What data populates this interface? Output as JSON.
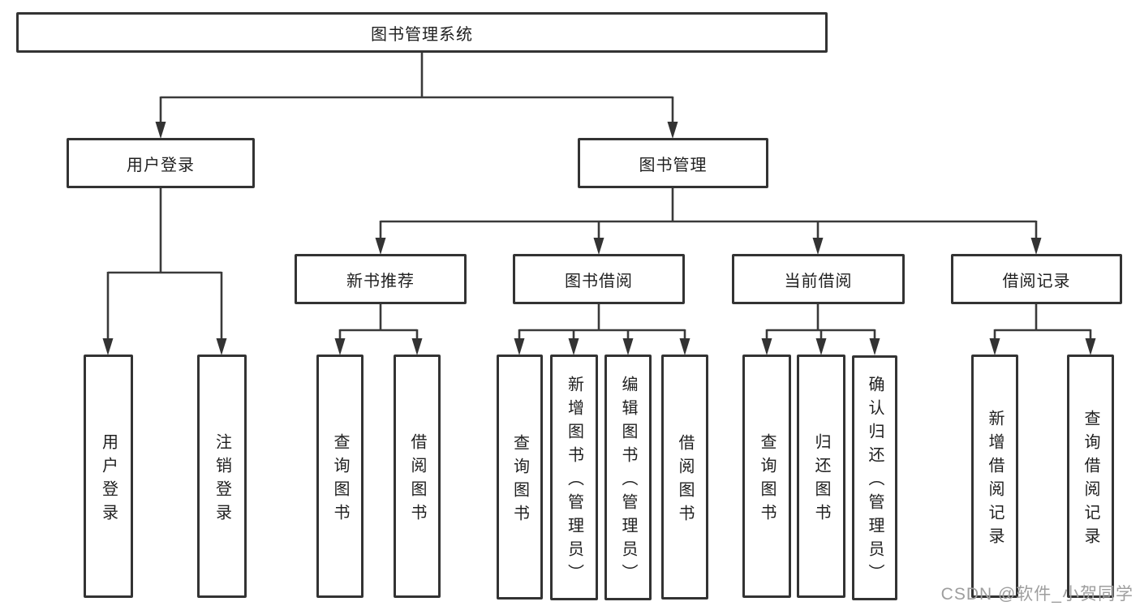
{
  "diagram_title": "图书管理系统",
  "watermark": "CSDN @软件_小贺同学",
  "colors": {
    "line": "#3a3a3a",
    "box_border": "#333333",
    "text": "#1f1f1f",
    "background": "#ffffff",
    "watermark": "#9e9e9e"
  },
  "nodes": {
    "root": {
      "label": "图书管理系统"
    },
    "userLogin": {
      "label": "用户登录"
    },
    "bookManagement": {
      "label": "图书管理"
    },
    "newBookRecommend": {
      "label": "新书推荐"
    },
    "bookBorrowing": {
      "label": "图书借阅"
    },
    "currentBorrowing": {
      "label": "当前借阅"
    },
    "borrowRecords": {
      "label": "借阅记录"
    },
    "leafUserLogin": {
      "label": "用户登录"
    },
    "leafLogout": {
      "label": "注销登录"
    },
    "leafRecQuery": {
      "label": "查询图书"
    },
    "leafRecBorrow": {
      "label": "借阅图书"
    },
    "leafBorQuery": {
      "label": "查询图书"
    },
    "leafBorAdd": {
      "label": "新增图书（管理员）"
    },
    "leafBorEdit": {
      "label": "编辑图书（管理员）"
    },
    "leafBorBorrow": {
      "label": "借阅图书"
    },
    "leafCurQuery": {
      "label": "查询图书"
    },
    "leafCurReturn": {
      "label": "归还图书"
    },
    "leafCurConfirm": {
      "label": "确认归还（管理员）"
    },
    "leafRecordAdd": {
      "label": "新增借阅记录"
    },
    "leafRecordQuery": {
      "label": "查询借阅记录"
    }
  },
  "hierarchy": {
    "图书管理系统": {
      "用户登录": [
        "用户登录",
        "注销登录"
      ],
      "图书管理": {
        "新书推荐": [
          "查询图书",
          "借阅图书"
        ],
        "图书借阅": [
          "查询图书",
          "新增图书（管理员）",
          "编辑图书（管理员）",
          "借阅图书"
        ],
        "当前借阅": [
          "查询图书",
          "归还图书",
          "确认归还（管理员）"
        ],
        "借阅记录": [
          "新增借阅记录",
          "查询借阅记录"
        ]
      }
    }
  }
}
